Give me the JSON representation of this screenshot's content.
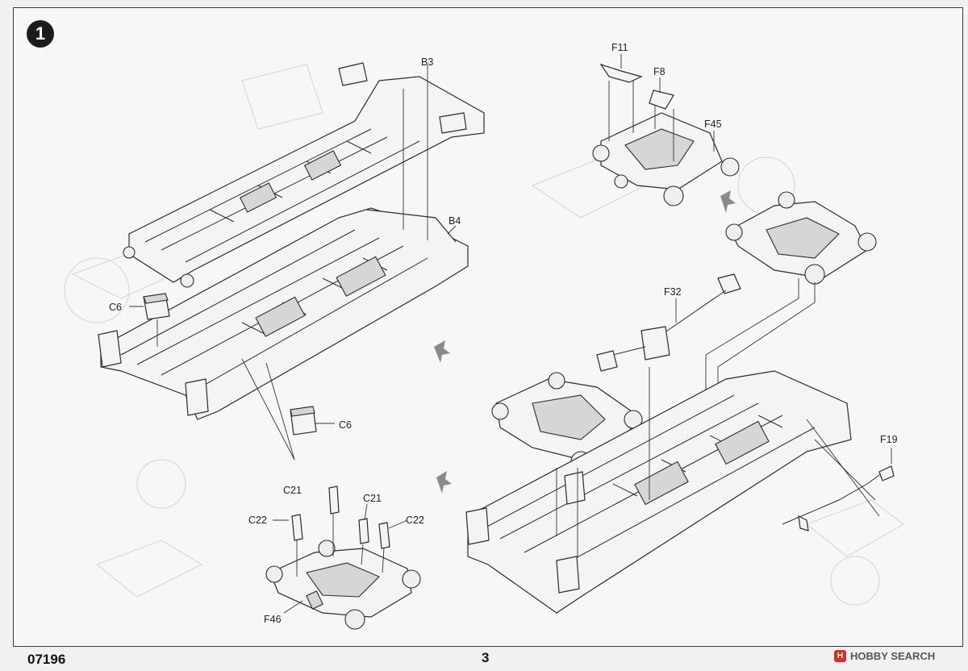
{
  "step": {
    "number": "1"
  },
  "footer": {
    "kit_number": "07196",
    "page_number": "3",
    "watermark_mark": "H",
    "watermark_text": "HOBBY SEARCH"
  },
  "part_labels": {
    "b3": "B3",
    "b4": "B4",
    "c6_left": "C6",
    "c6_right": "C6",
    "f11": "F11",
    "f8": "F8",
    "f45": "F45",
    "f32": "F32",
    "f19": "F19",
    "c21_left": "C21",
    "c21_right": "C21",
    "c22_left": "C22",
    "c22_right": "C22",
    "f46": "F46"
  }
}
